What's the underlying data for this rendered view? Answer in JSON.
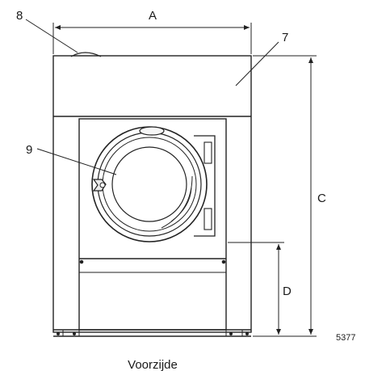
{
  "labels": {
    "dim_width": "A",
    "dim_height": "C",
    "dim_door_height": "D",
    "callout_top_knob": "8",
    "callout_top_panel": "7",
    "callout_door": "9",
    "figure_number": "5377"
  },
  "caption": "Voorzijde"
}
